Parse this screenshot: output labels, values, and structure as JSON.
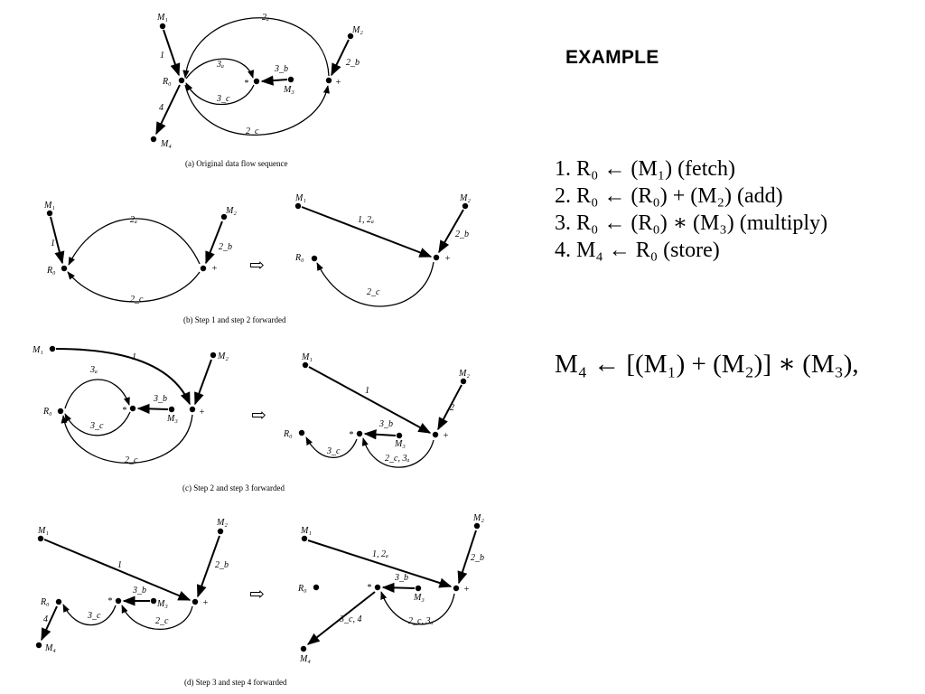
{
  "heading": "EXAMPLE",
  "steps": [
    "1.  R₀ ← (M₁)    (fetch)",
    "2.  R₀ ← (R₀) + (M₂)    (add)",
    "3.  R₀ ← (R₀) ∗ (M₃)    (multiply)",
    "4.  M₄ ← R₀    (store)"
  ],
  "formula": "M₄ ← [(M₁) + (M₂)] ∗ (M₃),",
  "captions": {
    "a": "(a) Original data flow sequence",
    "b": "(b) Step 1 and step 2 forwarded",
    "c": "(c) Step 2 and step 3 forwarded",
    "d": "(d) Step 3 and step 4 forwarded"
  },
  "labels": {
    "M1": "M₁",
    "M2": "M₂",
    "M3": "M₃",
    "M4": "M₄",
    "R0": "R₀",
    "plus": "+",
    "star": "*",
    "arrow": "⇨",
    "e1": "1",
    "e2": "2",
    "e4": "4",
    "e2a": "2ₐ",
    "e2b": "2_b",
    "e2c": "2_c",
    "e3a": "3ₐ",
    "e3b": "3_b",
    "e3c": "3_c",
    "e12a": "1, 2ₐ",
    "e2c3a": "2_c, 3ₐ",
    "e3c4": "3_c, 4"
  }
}
